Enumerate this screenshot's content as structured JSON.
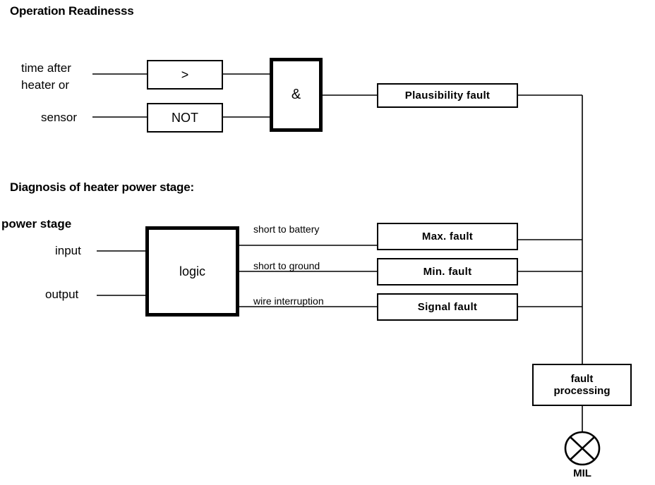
{
  "diagram": {
    "title_section_1": "Operation Readinesss",
    "title_section_2": "Diagnosis of heater power stage:",
    "section1": {
      "inputs": [
        {
          "line1": "time after",
          "line2": "heater or"
        },
        {
          "line1": "sensor"
        }
      ],
      "blocks": [
        {
          "label": ">"
        },
        {
          "label": "NOT"
        },
        {
          "label": "&"
        }
      ],
      "fault_box": "Plausibility  fault"
    },
    "section2": {
      "group_label": "power stage",
      "inputs": [
        {
          "label": "input"
        },
        {
          "label": "output"
        }
      ],
      "logic_block": "logic",
      "wire_labels": [
        "short to battery",
        "short to ground",
        "wire interruption"
      ],
      "fault_boxes": [
        "Max. fault",
        "Min. fault",
        "Signal  fault"
      ]
    },
    "processing": {
      "label_line1": "fault",
      "label_line2": "processing"
    },
    "indicator": {
      "caption": "MIL"
    },
    "colors": {
      "stroke": "#000000",
      "background": "#ffffff"
    }
  }
}
